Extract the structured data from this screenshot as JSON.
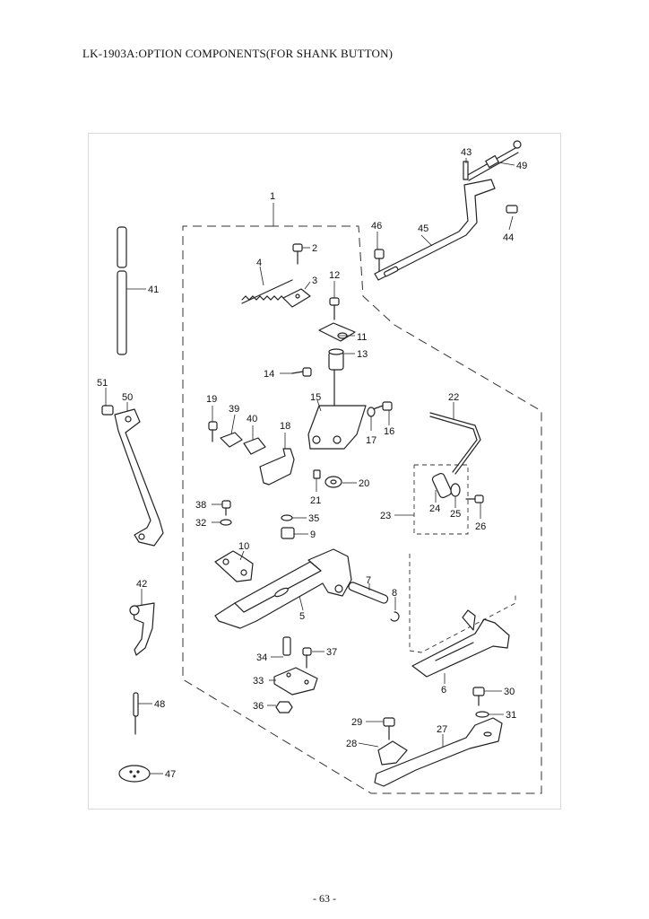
{
  "header": {
    "title": "LK-1903A:OPTION COMPONENTS(FOR SHANK BUTTON)"
  },
  "footer": {
    "page_number": "- 63 -"
  },
  "callouts": [
    "1",
    "2",
    "3",
    "4",
    "5",
    "6",
    "7",
    "8",
    "9",
    "10",
    "11",
    "12",
    "13",
    "14",
    "15",
    "16",
    "17",
    "18",
    "19",
    "20",
    "21",
    "22",
    "23",
    "24",
    "25",
    "26",
    "27",
    "28",
    "29",
    "30",
    "31",
    "32",
    "33",
    "34",
    "35",
    "36",
    "37",
    "38",
    "39",
    "40",
    "41",
    "42",
    "43",
    "44",
    "45",
    "46",
    "47",
    "48",
    "49",
    "50",
    "51"
  ]
}
